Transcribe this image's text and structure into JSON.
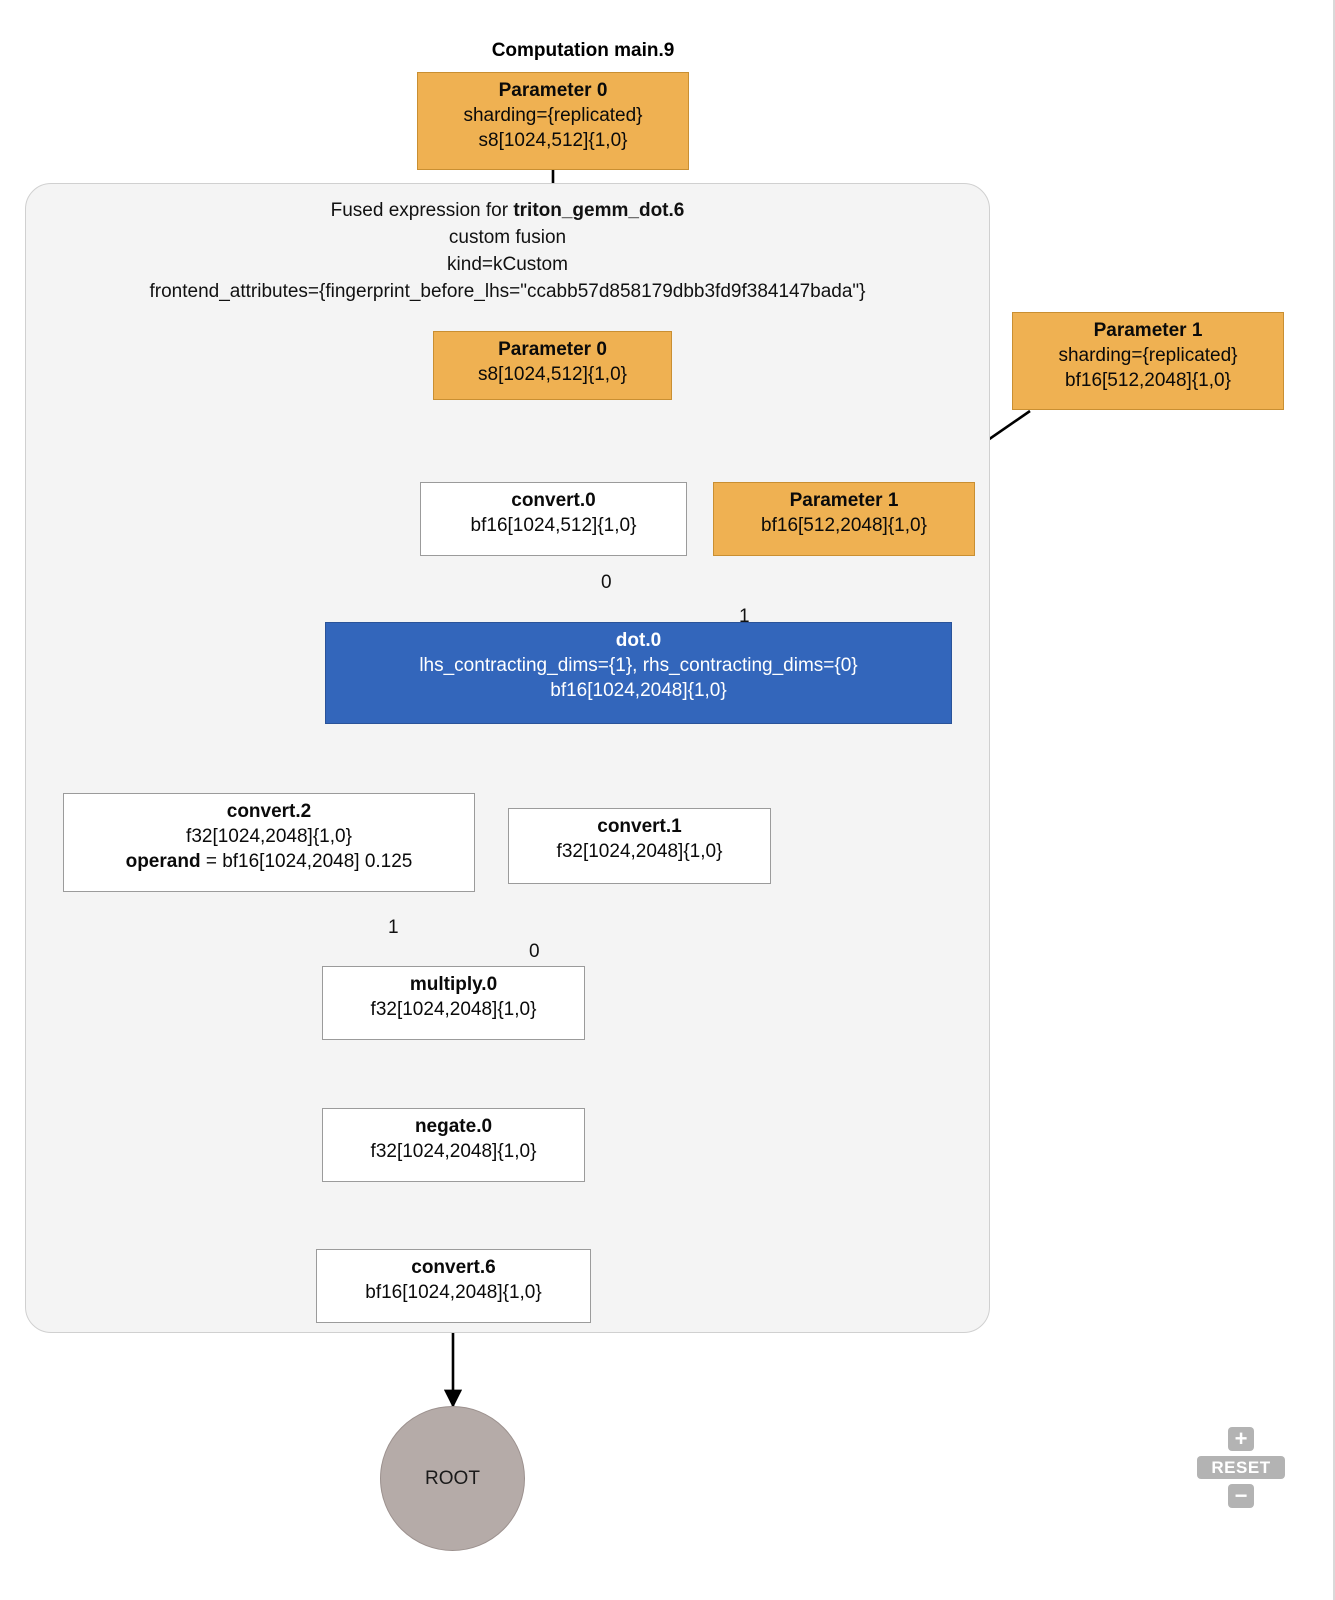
{
  "graph": {
    "title": "Computation main.9",
    "colors": {
      "parameter_fill": "#efb152",
      "dot_fill": "#3366bb",
      "default_fill": "#ffffff",
      "root_fill": "#b5aba8",
      "cluster_fill": "#f4f4f4",
      "edge": "#000000"
    },
    "cluster": {
      "name": "triton-gemm-fusion-cluster",
      "line1_prefix": "Fused expression for ",
      "line1_name": "triton_gemm_dot.6",
      "line2": "custom fusion",
      "line3": "kind=kCustom",
      "line4": "frontend_attributes={fingerprint_before_lhs=\"ccabb57d858179dbb3fd9f384147bada\"}"
    },
    "nodes": [
      {
        "id": "param0-outer",
        "name": "Parameter 0",
        "line2": "sharding={replicated}",
        "line3": "s8[1024,512]{1,0}",
        "kind": "parameter"
      },
      {
        "id": "param0-inner",
        "name": "Parameter 0",
        "line2": "s8[1024,512]{1,0}",
        "kind": "parameter"
      },
      {
        "id": "param1-outer",
        "name": "Parameter 1",
        "line2": "sharding={replicated}",
        "line3": "bf16[512,2048]{1,0}",
        "kind": "parameter"
      },
      {
        "id": "param1-inner",
        "name": "Parameter 1",
        "line2": "bf16[512,2048]{1,0}",
        "kind": "parameter"
      },
      {
        "id": "convert0",
        "name": "convert.0",
        "line2": "bf16[1024,512]{1,0}",
        "kind": "default"
      },
      {
        "id": "dot0",
        "name": "dot.0",
        "line2": "lhs_contracting_dims={1}, rhs_contracting_dims={0}",
        "line3": "bf16[1024,2048]{1,0}",
        "kind": "dot"
      },
      {
        "id": "convert2",
        "name": "convert.2",
        "line2": "f32[1024,2048]{1,0}",
        "line3_key": "operand",
        "line3_value": " = bf16[1024,2048] 0.125",
        "kind": "default"
      },
      {
        "id": "convert1",
        "name": "convert.1",
        "line2": "f32[1024,2048]{1,0}",
        "kind": "default"
      },
      {
        "id": "multiply0",
        "name": "multiply.0",
        "line2": "f32[1024,2048]{1,0}",
        "kind": "default"
      },
      {
        "id": "negate0",
        "name": "negate.0",
        "line2": "f32[1024,2048]{1,0}",
        "kind": "default"
      },
      {
        "id": "convert6",
        "name": "convert.6",
        "line2": "bf16[1024,2048]{1,0}",
        "kind": "default"
      },
      {
        "id": "root",
        "name": "ROOT",
        "kind": "root"
      }
    ],
    "edge_labels": [
      {
        "id": "convert0-to-dot0",
        "text": "0"
      },
      {
        "id": "param1inner-to-dot0",
        "text": "1"
      },
      {
        "id": "convert2-to-multiply0",
        "text": "1"
      },
      {
        "id": "convert1-to-multiply0",
        "text": "0"
      }
    ]
  },
  "controls": {
    "zoom_in": "+",
    "reset": "RESET",
    "zoom_out": "−"
  }
}
